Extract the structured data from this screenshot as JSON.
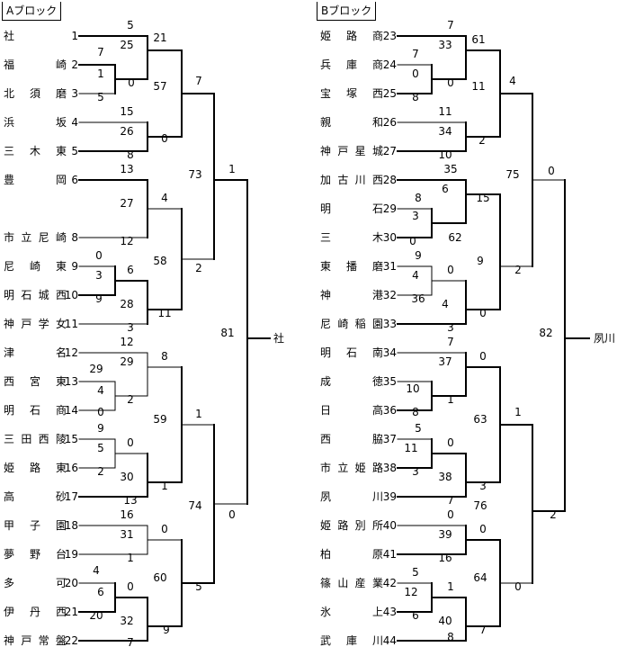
{
  "blocks": [
    {
      "label": "Aブロック",
      "teams": [
        {
          "name": "社",
          "num": "1"
        },
        {
          "name": "福崎",
          "num": "2"
        },
        {
          "name": "北須磨",
          "num": "3"
        },
        {
          "name": "浜坂",
          "num": "4"
        },
        {
          "name": "三木東",
          "num": "5"
        },
        {
          "name": "豊岡",
          "num": "6"
        },
        {
          "name": "市立尼崎",
          "num": "8"
        },
        {
          "name": "尼崎東",
          "num": "9"
        },
        {
          "name": "明石城西",
          "num": "10"
        },
        {
          "name": "神戸学女",
          "num": "11"
        },
        {
          "name": "津名",
          "num": "12"
        },
        {
          "name": "西宮東",
          "num": "13"
        },
        {
          "name": "明石商",
          "num": "14"
        },
        {
          "name": "三田西陵",
          "num": "15"
        },
        {
          "name": "姫路東",
          "num": "16"
        },
        {
          "name": "高砂",
          "num": "17"
        },
        {
          "name": "甲子園",
          "num": "18"
        },
        {
          "name": "夢野台",
          "num": "19"
        },
        {
          "name": "多可",
          "num": "20"
        },
        {
          "name": "伊丹西",
          "num": "21"
        },
        {
          "name": "神戸常盤",
          "num": "22"
        }
      ],
      "winner": "社"
    },
    {
      "label": "Bブロック",
      "teams": [
        {
          "name": "姫路商",
          "num": "23"
        },
        {
          "name": "兵庫商",
          "num": "24"
        },
        {
          "name": "宝塚西",
          "num": "25"
        },
        {
          "name": "親和",
          "num": "26"
        },
        {
          "name": "神戸星城",
          "num": "27"
        },
        {
          "name": "加古川西",
          "num": "28"
        },
        {
          "name": "明石",
          "num": "29"
        },
        {
          "name": "三木",
          "num": "30"
        },
        {
          "name": "東播磨",
          "num": "31"
        },
        {
          "name": "神港",
          "num": "32"
        },
        {
          "name": "尼崎稲園",
          "num": "33"
        },
        {
          "name": "明石南",
          "num": "34"
        },
        {
          "name": "成徳",
          "num": "35"
        },
        {
          "name": "日高",
          "num": "36"
        },
        {
          "name": "西脇",
          "num": "37"
        },
        {
          "name": "市立姫路",
          "num": "38"
        },
        {
          "name": "夙川",
          "num": "39"
        },
        {
          "name": "姫路別所",
          "num": "40"
        },
        {
          "name": "柏原",
          "num": "41"
        },
        {
          "name": "篠山産業",
          "num": "42"
        },
        {
          "name": "氷上",
          "num": "43"
        },
        {
          "name": "武庫川",
          "num": "44"
        }
      ],
      "winner": "夙川"
    }
  ],
  "scores": {
    "a": [
      "5",
      "25",
      "0",
      "7",
      "1",
      "5",
      "21",
      "57",
      "15",
      "26",
      "0",
      "8",
      "13",
      "27",
      "4",
      "12",
      "0",
      "3",
      "6",
      "9",
      "28",
      "11",
      "3",
      "58",
      "2",
      "73",
      "7",
      "12",
      "29",
      "8",
      "29",
      "4",
      "2",
      "0",
      "9",
      "5",
      "0",
      "2",
      "30",
      "13",
      "59",
      "1",
      "1",
      "16",
      "31",
      "0",
      "1",
      "4",
      "6",
      "0",
      "20",
      "32",
      "7",
      "60",
      "9",
      "5",
      "74",
      "0",
      "81",
      "1"
    ],
    "b": [
      "7",
      "33",
      "0",
      "7",
      "0",
      "8",
      "61",
      "11",
      "11",
      "34",
      "2",
      "10",
      "4",
      "75",
      "2",
      "35",
      "6",
      "8",
      "3",
      "15",
      "0",
      "62",
      "9",
      "9",
      "4",
      "0",
      "36",
      "4",
      "0",
      "3",
      "82",
      "0",
      "7",
      "37",
      "0",
      "10",
      "1",
      "8",
      "63",
      "5",
      "11",
      "0",
      "3",
      "38",
      "7",
      "3",
      "1",
      "76",
      "0",
      "39",
      "0",
      "16",
      "5",
      "12",
      "1",
      "6",
      "40",
      "7",
      "8",
      "64",
      "0",
      "2"
    ]
  }
}
